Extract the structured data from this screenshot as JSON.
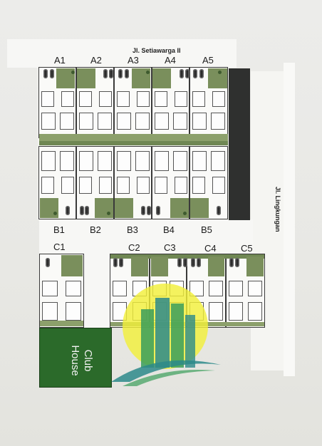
{
  "streets": {
    "top": "Jl. Setiawarga II",
    "right": "Jl. Lingkungan"
  },
  "lots": {
    "row_a": [
      "A1",
      "A2",
      "A3",
      "A4",
      "A5"
    ],
    "row_b": [
      "B1",
      "B2",
      "B3",
      "B4",
      "B5"
    ],
    "row_c": [
      "C1",
      "C2",
      "C3",
      "C4",
      "C5"
    ]
  },
  "club_house": {
    "line1": "Club",
    "line2": "House"
  },
  "colors": {
    "paper": "#ececea",
    "road": "#f7f7f5",
    "garden": "#7a8f5c",
    "club_house": "#2b6a2a",
    "logo_yellow": "#f2ef3a",
    "logo_green": "#3a9e5a",
    "logo_teal": "#2d8a8a"
  },
  "icons": [
    "car-icon",
    "tree-icon",
    "stairs-icon",
    "developer-logo-icon"
  ]
}
